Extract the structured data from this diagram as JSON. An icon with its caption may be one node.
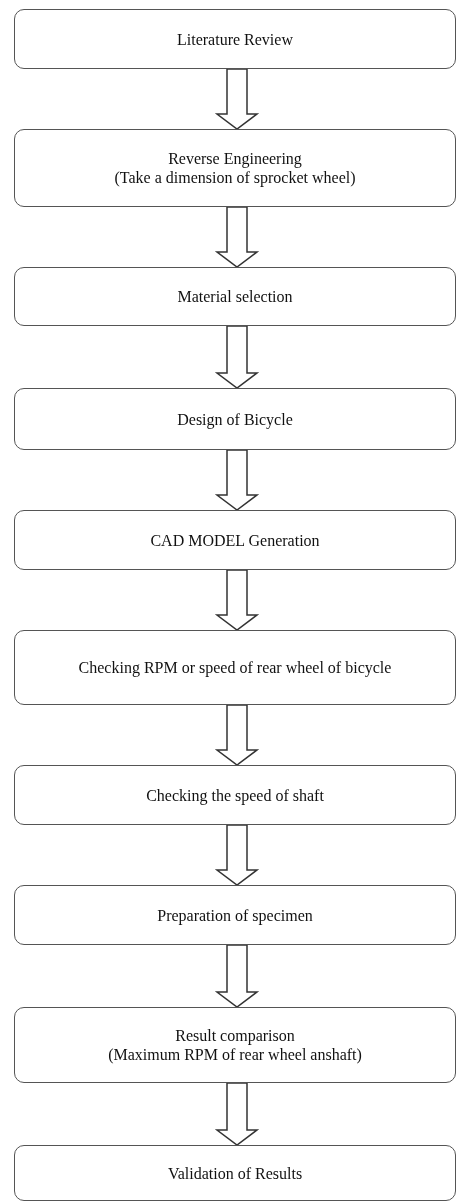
{
  "diagram": {
    "nodes": [
      {
        "text": [
          "Literature Review"
        ]
      },
      {
        "text": [
          "Reverse Engineering",
          "(Take a dimension of sprocket wheel)"
        ]
      },
      {
        "text": [
          "Material selection"
        ]
      },
      {
        "text": [
          "Design of Bicycle"
        ]
      },
      {
        "text": [
          "CAD MODEL Generation"
        ]
      },
      {
        "text": [
          "Checking RPM or speed of rear wheel of bicycle"
        ]
      },
      {
        "text": [
          "Checking the speed of shaft"
        ]
      },
      {
        "text": [
          "Preparation of specimen"
        ]
      },
      {
        "text": [
          "Result comparison",
          "(Maximum RPM of rear wheel anshaft)"
        ]
      },
      {
        "text": [
          "Validation of Results"
        ]
      }
    ],
    "edges": [
      {
        "from": 0,
        "to": 1,
        "arrow": "to"
      },
      {
        "from": 1,
        "to": 2,
        "arrow": "to"
      },
      {
        "from": 2,
        "to": 3,
        "arrow": "to"
      },
      {
        "from": 3,
        "to": 4,
        "arrow": "to"
      },
      {
        "from": 4,
        "to": 5,
        "arrow": "to"
      },
      {
        "from": 5,
        "to": 6,
        "arrow": "to"
      },
      {
        "from": 6,
        "to": 7,
        "arrow": "to"
      },
      {
        "from": 7,
        "to": 8,
        "arrow": "to"
      },
      {
        "from": 8,
        "to": 9,
        "arrow": "to"
      }
    ]
  }
}
